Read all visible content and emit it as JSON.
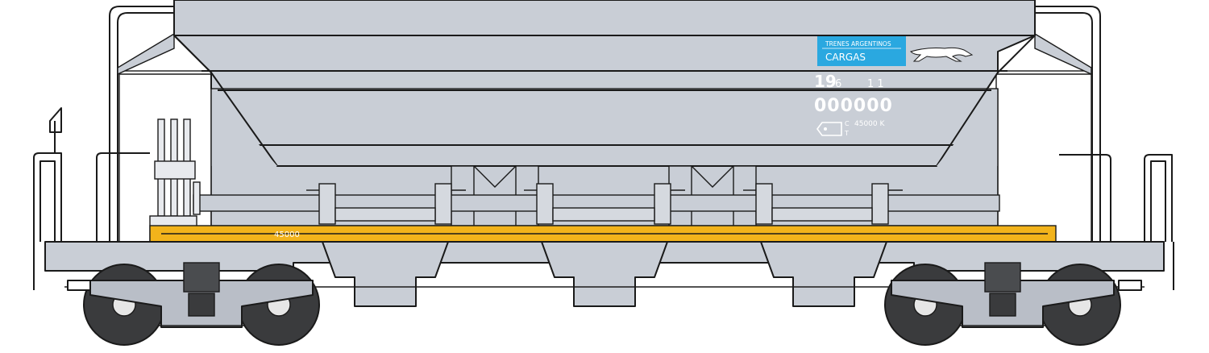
{
  "logo": {
    "line1": "TRENES ARGENTINOS",
    "line2": "CARGAS"
  },
  "markings": {
    "class_big": "19",
    "class_small": "6",
    "class_suffix": "1 1",
    "number": "000000",
    "cap_c": "C",
    "cap_t": "T",
    "capacity": "45000 K",
    "side_capacity": "45000"
  },
  "colors": {
    "body": "#c9ced6",
    "body_dark": "#b9bec7",
    "frame_yellow": "#f2b31b",
    "logo_blue": "#2aa8e0",
    "wheel": "#3a3b3d",
    "outline": "#1a1a1a"
  }
}
